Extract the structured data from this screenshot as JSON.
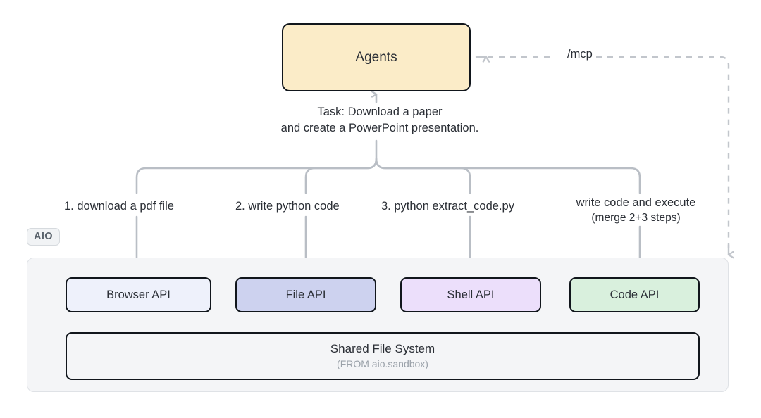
{
  "diagram": {
    "title_box": {
      "label": "Agents",
      "fill": "#fbecc8"
    },
    "task_caption": {
      "line1": "Task: Download a paper",
      "line2": "and create a PowerPoint presentation."
    },
    "mcp_label": "/mcp",
    "container": {
      "tag": "AIO"
    },
    "steps": [
      {
        "label": "1. download a pdf file"
      },
      {
        "label": "2. write python code"
      },
      {
        "label": "3. python extract_code.py"
      },
      {
        "label": "write code and execute",
        "sub": "(merge 2+3 steps)"
      }
    ],
    "apis": [
      {
        "label": "Browser API",
        "fill": "#eef1fb"
      },
      {
        "label": "File API",
        "fill": "#cdd2ef"
      },
      {
        "label": "Shell API",
        "fill": "#ecdffb"
      },
      {
        "label": "Code API",
        "fill": "#d9f0dd"
      }
    ],
    "filesystem": {
      "title": "Shared File System",
      "subtitle": "(FROM aio.sandbox)"
    },
    "colors": {
      "stroke": "#11161c",
      "connector": "#b9bec5",
      "dashed": "#c2c6cc",
      "container_bg": "#f4f5f7",
      "container_border": "#dfe2e6"
    }
  }
}
